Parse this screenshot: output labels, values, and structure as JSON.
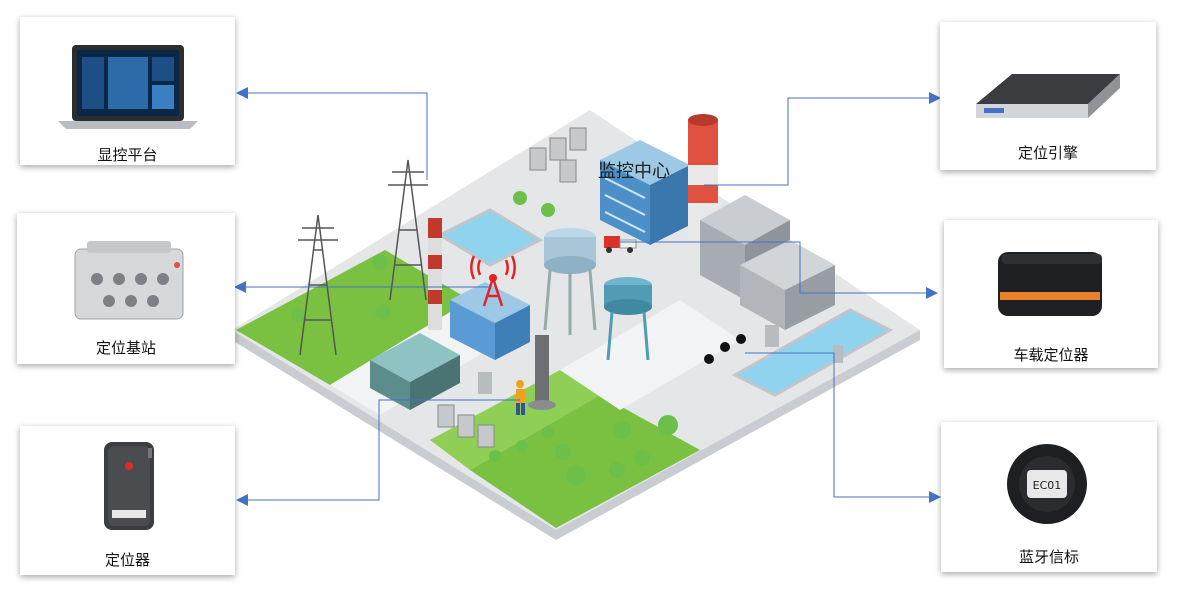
{
  "center": {
    "label": "监控中心"
  },
  "devices": {
    "display_platform": "显控平台",
    "base_station": "定位基站",
    "locator": "定位器",
    "positioning_engine": "定位引擎",
    "vehicle_locator": "车载定位器",
    "bluetooth_beacon": "蓝牙信标"
  },
  "device_text": {
    "beacon_model": "EC01"
  },
  "colors": {
    "connector": "#4472c4",
    "grass": "#7ac142",
    "ground": "#e4e6e8",
    "building": "#5b9bd5",
    "antenna": "#e32222"
  }
}
